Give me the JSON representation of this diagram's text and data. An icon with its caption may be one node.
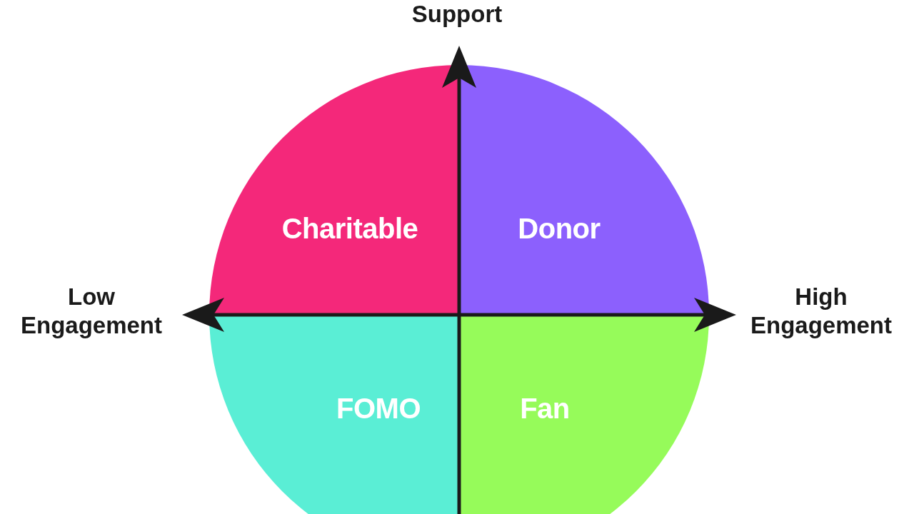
{
  "diagram": {
    "nodes": [
      {
        "text": [
          "Charitable"
        ]
      },
      {
        "text": [
          "Donor"
        ]
      },
      {
        "text": [
          "FOMO"
        ]
      },
      {
        "text": [
          "Fan"
        ]
      }
    ],
    "labels": [
      "Support",
      "Low Engagement",
      "High Engagement"
    ]
  }
}
